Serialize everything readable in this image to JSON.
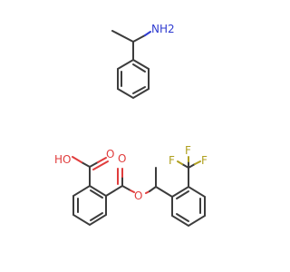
{
  "molecules": [
    {
      "atoms": [
        {
          "id": "amine_N",
          "label": "NH2"
        }
      ]
    },
    {
      "atoms": [
        {
          "id": "acid_OH",
          "label": "HO"
        },
        {
          "id": "acid_O",
          "label": "O"
        },
        {
          "id": "ester_O_carbonyl",
          "label": "O"
        },
        {
          "id": "ester_O_link",
          "label": "O"
        },
        {
          "id": "F1",
          "label": "F"
        },
        {
          "id": "F2",
          "label": "F"
        },
        {
          "id": "F3",
          "label": "F"
        }
      ]
    }
  ],
  "colors": {
    "bond": "#3c3c3c",
    "oxygen": "#e03c3c",
    "nitrogen": "#2f3bd0",
    "fluorine": "#b0a020"
  }
}
